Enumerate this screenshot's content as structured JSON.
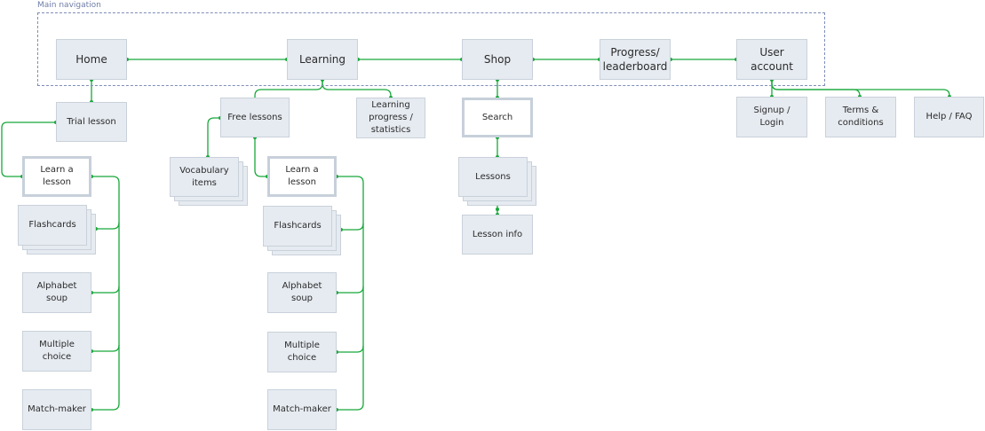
{
  "diagram": {
    "main_nav_label": "Main navigation",
    "nav": {
      "home": "Home",
      "learning": "Learning",
      "shop": "Shop",
      "progress": "Progress/\nleaderboard",
      "account": "User account"
    },
    "home_branch": {
      "trial_lesson": "Trial lesson",
      "learn_lesson": "Learn a lesson",
      "flashcards": "Flashcards",
      "alphabet_soup": "Alphabet\nsoup",
      "multiple_choice": "Multiple\nchoice",
      "match_maker": "Match-maker"
    },
    "learning_branch": {
      "free_lessons": "Free lessons",
      "learning_progress": "Learning\nprogress /\nstatistics",
      "vocabulary_items": "Vocabulary\nitems",
      "learn_lesson": "Learn a lesson",
      "flashcards": "Flashcards",
      "alphabet_soup": "Alphabet\nsoup",
      "multiple_choice": "Multiple\nchoice",
      "match_maker": "Match-maker"
    },
    "shop_branch": {
      "search": "Search",
      "lessons": "Lessons",
      "lesson_info": "Lesson info"
    },
    "account_branch": {
      "signup": "Signup /\nLogin",
      "terms": "Terms &\nconditions",
      "help": "Help / FAQ"
    },
    "colors": {
      "connector": "#18a83a",
      "box_fill": "#e6ebf1",
      "box_border": "#c9d1da",
      "nav_frame": "#7f8db8"
    }
  }
}
